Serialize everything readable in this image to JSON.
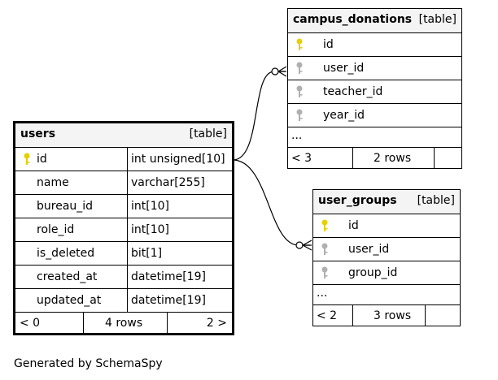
{
  "users": {
    "name": "users",
    "type": "[table]",
    "columns": [
      {
        "name": "id",
        "datatype": "int unsigned[10]",
        "key": "primary"
      },
      {
        "name": "name",
        "datatype": "varchar[255]",
        "key": "none"
      },
      {
        "name": "bureau_id",
        "datatype": "int[10]",
        "key": "none"
      },
      {
        "name": "role_id",
        "datatype": "int[10]",
        "key": "none"
      },
      {
        "name": "is_deleted",
        "datatype": "bit[1]",
        "key": "none"
      },
      {
        "name": "created_at",
        "datatype": "datetime[19]",
        "key": "none"
      },
      {
        "name": "updated_at",
        "datatype": "datetime[19]",
        "key": "none"
      }
    ],
    "footer": {
      "parents": "< 0",
      "rows": "4 rows",
      "children": "2 >"
    }
  },
  "campus_donations": {
    "name": "campus_donations",
    "type": "[table]",
    "columns": [
      {
        "name": "id",
        "key": "primary"
      },
      {
        "name": "user_id",
        "key": "foreign"
      },
      {
        "name": "teacher_id",
        "key": "foreign"
      },
      {
        "name": "year_id",
        "key": "foreign"
      }
    ],
    "more": "...",
    "footer": {
      "parents": "< 3",
      "rows": "2 rows",
      "children": ""
    }
  },
  "user_groups": {
    "name": "user_groups",
    "type": "[table]",
    "columns": [
      {
        "name": "id",
        "key": "primary"
      },
      {
        "name": "user_id",
        "key": "foreign"
      },
      {
        "name": "group_id",
        "key": "foreign"
      }
    ],
    "more": "...",
    "footer": {
      "parents": "< 2",
      "rows": "3 rows",
      "children": ""
    }
  },
  "colors": {
    "primary_key": "#e6d000",
    "foreign_key": "#b0b0b0",
    "header_bg": "#f4f4f4"
  },
  "generated_by": "Generated by SchemaSpy"
}
